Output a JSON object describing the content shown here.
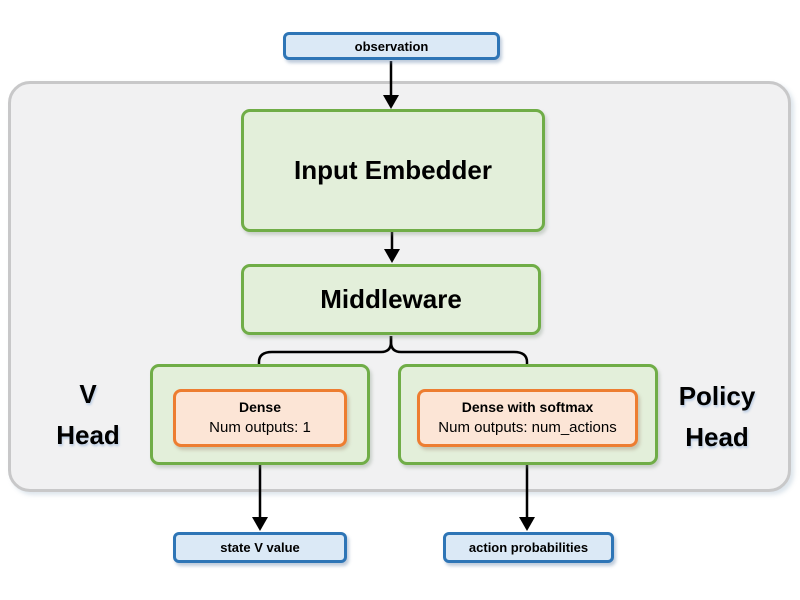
{
  "diagram": {
    "title_hint": "RL agent network architecture",
    "nodes": {
      "observation": {
        "label": "observation"
      },
      "input_embedder": {
        "label": "Input Embedder"
      },
      "middleware": {
        "label": "Middleware"
      },
      "v_head_label": {
        "line1": "V",
        "line2": "Head"
      },
      "policy_head_label": {
        "line1": "Policy",
        "line2": "Head"
      },
      "dense": {
        "title": "Dense",
        "subtitle": "Num outputs: 1"
      },
      "dense_softmax": {
        "title": "Dense with softmax",
        "subtitle": "Num outputs: num_actions"
      },
      "state_v_value": {
        "label": "state V value"
      },
      "action_probabilities": {
        "label": "action probabilities"
      }
    },
    "colors": {
      "blue_border": "#2e75b6",
      "blue_fill": "#dbe9f6",
      "green_border": "#70ad47",
      "green_fill": "#e3efda",
      "orange_border": "#ed7d31",
      "orange_fill": "#fce5d6",
      "container_border": "#c8c8c9",
      "container_fill": "#f1f1f2",
      "arrow": "#000000",
      "text": "#000000"
    }
  }
}
